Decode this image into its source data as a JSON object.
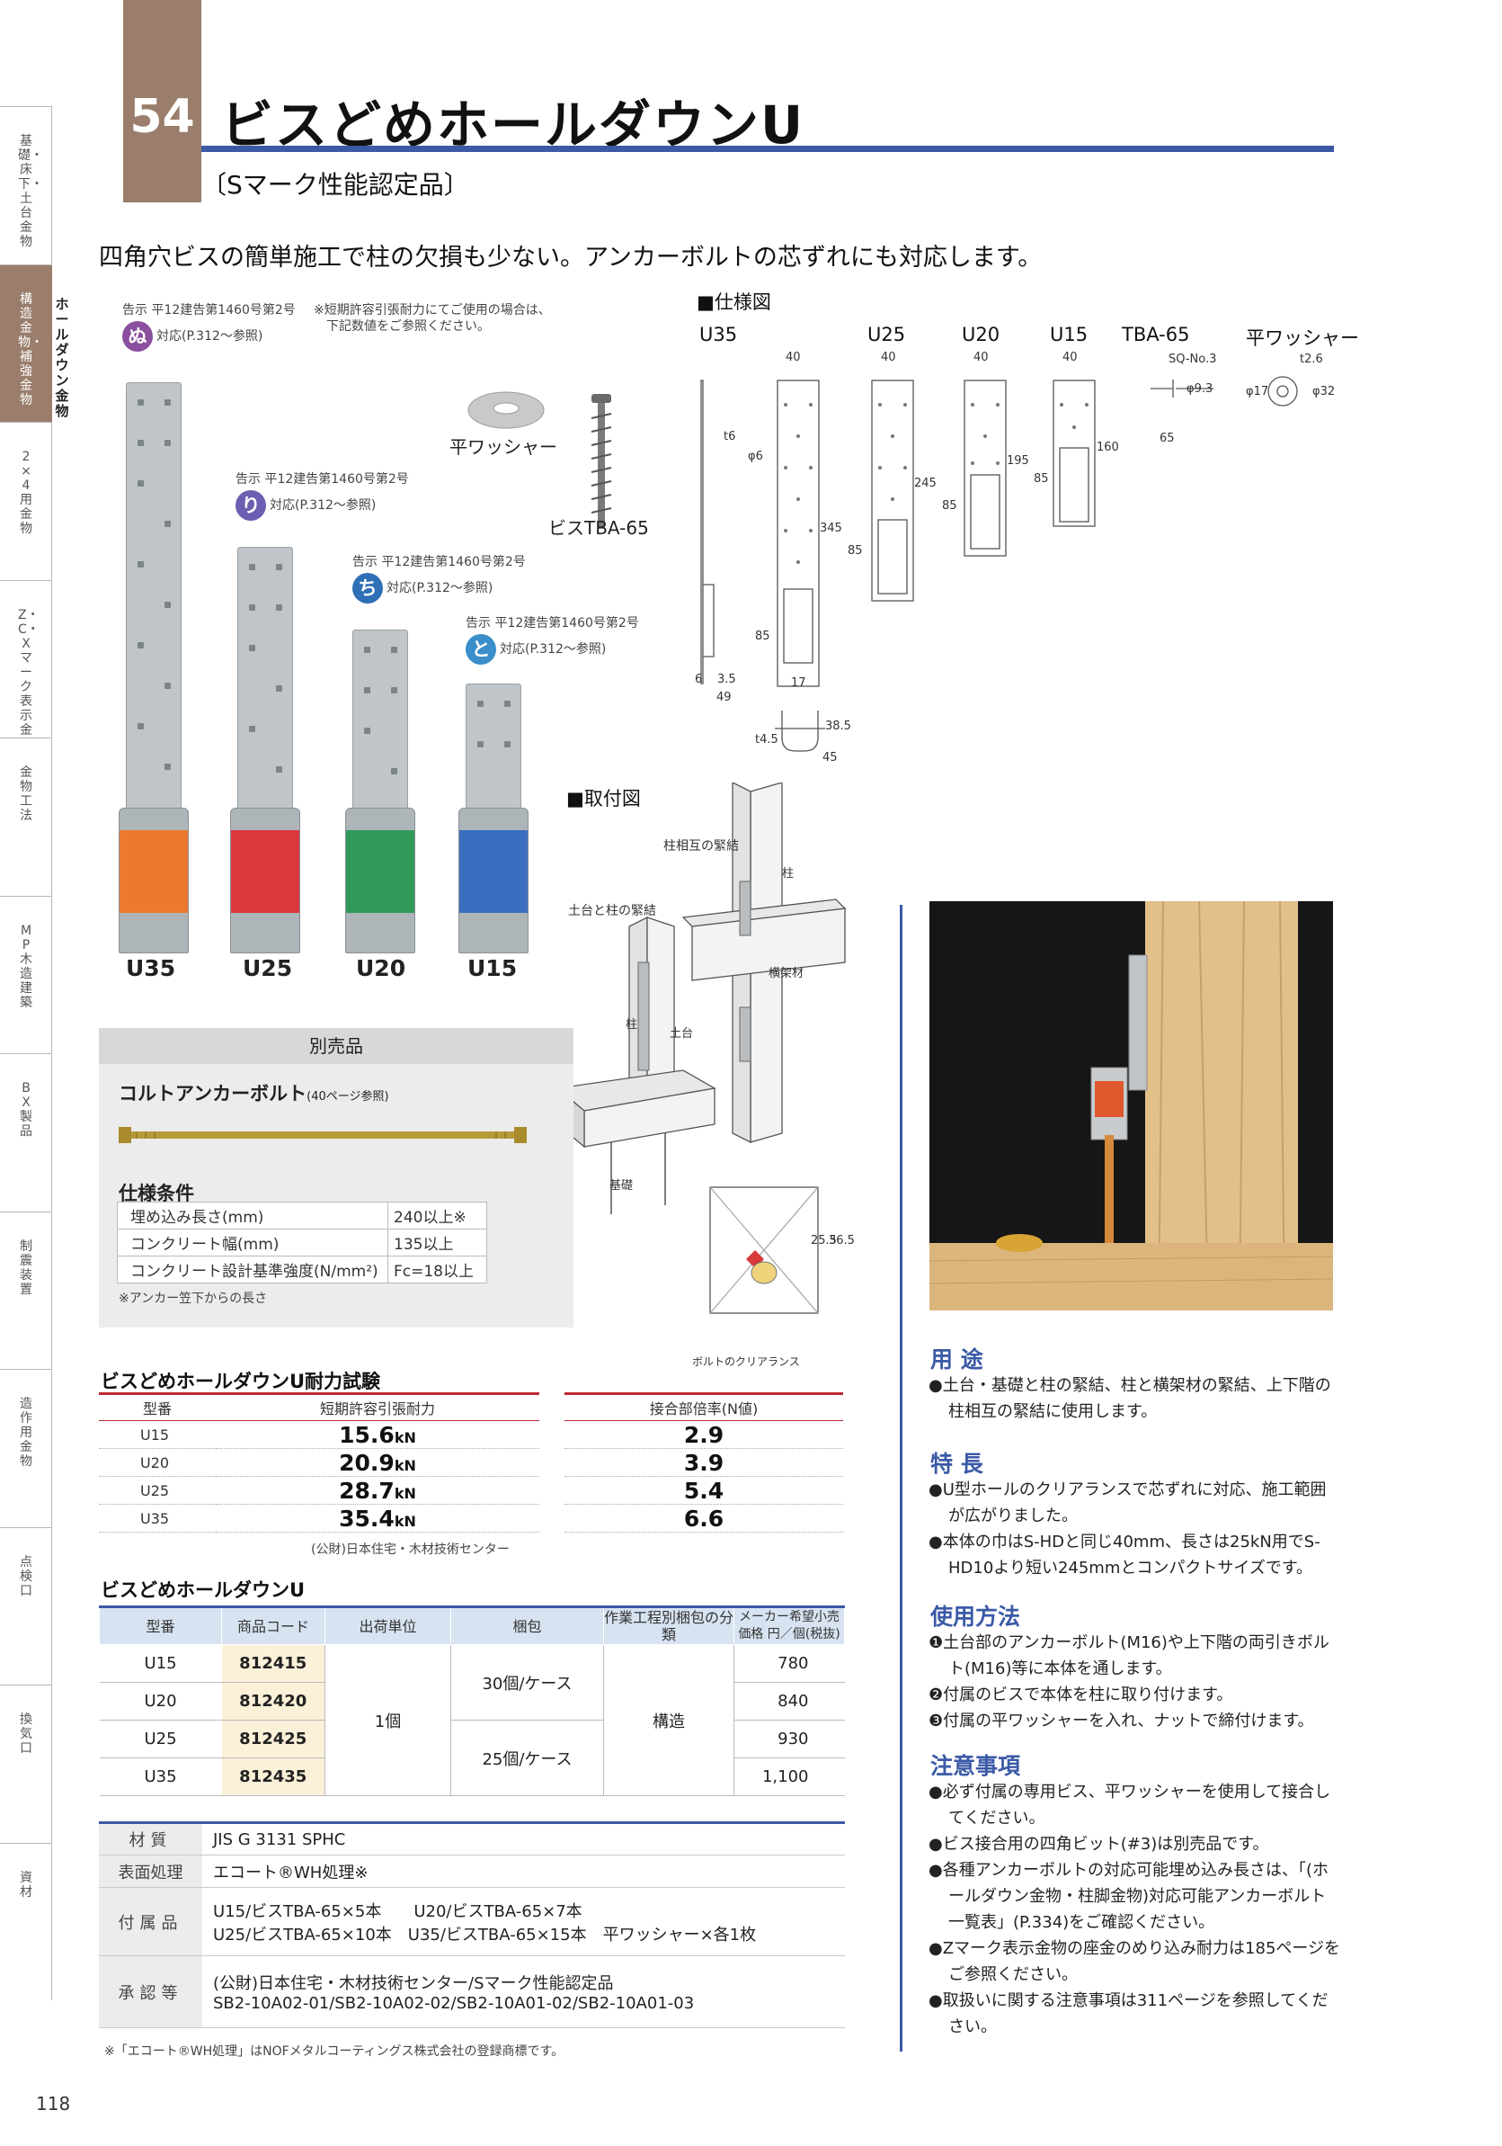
{
  "side_tabs": [
    {
      "label": "基礎・床下・土台金物",
      "active": false
    },
    {
      "label": "構造金物・補強金物",
      "active": true
    },
    {
      "label": "2×4用金物",
      "active": false
    },
    {
      "label": "Z・C・Xマーク表示金物",
      "active": false
    },
    {
      "label": "金物工法",
      "active": false
    },
    {
      "label": "MP木造建築",
      "active": false
    },
    {
      "label": "BX製品",
      "active": false
    },
    {
      "label": "制震装置",
      "active": false
    },
    {
      "label": "造作用金物",
      "active": false
    },
    {
      "label": "点検口",
      "active": false
    },
    {
      "label": "換気口",
      "active": false
    },
    {
      "label": "資材",
      "active": false
    }
  ],
  "sub_tab": "ホールダウン金物",
  "header": {
    "page_number": "54",
    "title": "ビスどめホールダウンU",
    "subtitle": "〔Sマーク性能認定品〕",
    "lead": "四角穴ビスの簡単施工で柱の欠損も少ない。アンカーボルトの芯ずれにも対応します。"
  },
  "rules": [
    {
      "badge": "ぬ",
      "line1": "告示 平12建告第1460号第2号",
      "line2": "対応(P.312～参照)",
      "color": "#8a4f9e"
    },
    {
      "badge": "り",
      "line1": "告示 平12建告第1460号第2号",
      "line2": "対応(P.312～参照)",
      "color": "#6a5fb0"
    },
    {
      "badge": "ち",
      "line1": "告示 平12建告第1460号第2号",
      "line2": "対応(P.312～参照)",
      "color": "#2e6fb6"
    },
    {
      "badge": "と",
      "line1": "告示 平12建告第1460号第2号",
      "line2": "対応(P.312～参照)",
      "color": "#3a8ec9"
    }
  ],
  "rule_note": [
    "※短期許容引張耐力にてご使用の場合は、",
    "下記数値をご参照ください。"
  ],
  "photo_labels": {
    "washer": "平ワッシャー",
    "screw": "ビスTBA-65"
  },
  "models": [
    "U35",
    "U25",
    "U20",
    "U15"
  ],
  "spec_drawing": {
    "heading": "■仕様図",
    "columns": [
      "U35",
      "U25",
      "U20",
      "U15",
      "TBA-65",
      "平ワッシャー"
    ],
    "dims": {
      "w40": "40",
      "t6": "t6",
      "phi6": "φ6",
      "d345": "345",
      "d245": "245",
      "d195": "195",
      "d160": "160",
      "d85": "85",
      "d65": "65",
      "d6": "6",
      "d35": "3.5",
      "d49": "49",
      "d17": "17",
      "t45": "t4.5",
      "d385": "38.5",
      "d45": "45",
      "sq": "SQ-No.3",
      "phi93": "φ9.3",
      "t26": "t2.6",
      "phi17": "φ17",
      "phi32": "φ32"
    }
  },
  "install_drawing": {
    "heading": "■取付図",
    "labels": {
      "pillar_pillar": "柱相互の緊結",
      "sill_pillar": "土台と柱の緊結",
      "pillar": "柱",
      "beam": "横架材",
      "sill": "土台",
      "foundation": "基礎",
      "clearance": "ボルトのクリアランス",
      "c255": "25.5",
      "c365": "36.5"
    }
  },
  "separate": {
    "header": "別売品",
    "title": "コルトアンカーボルト",
    "title_ref": "(40ページ参照)",
    "cond_title": "仕様条件",
    "rows": [
      {
        "k": "埋め込み長さ(mm)",
        "v": "240以上※"
      },
      {
        "k": "コンクリート幅(mm)",
        "v": "135以上"
      },
      {
        "k": "コンクリート設計基準強度(N/mm²)",
        "v": "Fc=18以上"
      }
    ],
    "footnote": "※アンカー笠下からの長さ"
  },
  "test": {
    "title": "ビスどめホールダウンU耐力試験",
    "col_model": "型番",
    "col_load": "短期許容引張耐力",
    "col_ratio": "接合部倍率(N値)",
    "unit": "kN",
    "rows": [
      {
        "model": "U15",
        "load": "15.6",
        "ratio": "2.9"
      },
      {
        "model": "U20",
        "load": "20.9",
        "ratio": "3.9"
      },
      {
        "model": "U25",
        "load": "28.7",
        "ratio": "5.4"
      },
      {
        "model": "U35",
        "load": "35.4",
        "ratio": "6.6"
      }
    ],
    "source": "(公財)日本住宅・木材技術センター"
  },
  "products": {
    "title": "ビスどめホールダウンU",
    "headers": [
      "型番",
      "商品コード",
      "出荷単位",
      "梱包",
      "作業工程別梱包の分類",
      "メーカー希望小売価格 円／個(税抜)"
    ],
    "rows": [
      {
        "model": "U15",
        "code": "812415",
        "price": "780"
      },
      {
        "model": "U20",
        "code": "812420",
        "price": "840"
      },
      {
        "model": "U25",
        "code": "812425",
        "price": "930"
      },
      {
        "model": "U35",
        "code": "812435",
        "price": "1,100"
      }
    ],
    "unit": "1個",
    "pack_a": "30個/ケース",
    "pack_b": "25個/ケース",
    "category": "構造"
  },
  "materials": [
    {
      "k": "材質",
      "v": [
        "JIS G 3131 SPHC"
      ]
    },
    {
      "k": "表面処理",
      "v": [
        "エコート®WH処理※"
      ]
    },
    {
      "k": "付属品",
      "v": [
        "U15/ビスTBA-65×5本　　U20/ビスTBA-65×7本",
        "U25/ビスTBA-65×10本　U35/ビスTBA-65×15本　平ワッシャー×各1枚"
      ]
    },
    {
      "k": "承認等",
      "v": [
        "(公財)日本住宅・木材技術センター/Sマーク性能認定品",
        "SB2-10A02-01/SB2-10A02-02/SB2-10A01-02/SB2-10A01-03"
      ]
    }
  ],
  "material_footnote": "※「エコート®WH処理」はNOFメタルコーティングス株式会社の登録商標です。",
  "folio": "118",
  "right": {
    "usage_title": "用 途",
    "usage": [
      "●土台・基礎と柱の緊結、柱と横架材の緊結、上下階の柱相互の緊結に使用します。"
    ],
    "feature_title": "特 長",
    "features": [
      "●U型ホールのクリアランスで芯ずれに対応、施工範囲が広がりました。",
      "●本体の巾はS-HDと同じ40mm、長さは25kN用でS-HD10より短い245mmとコンパクトサイズです。"
    ],
    "method_title": "使用方法",
    "methods": [
      "❶土台部のアンカーボルト(M16)や上下階の両引きボルト(M16)等に本体を通します。",
      "❷付属のビスで本体を柱に取り付けます。",
      "❸付属の平ワッシャーを入れ、ナットで締付けます。"
    ],
    "caution_title": "注意事項",
    "cautions": [
      "●必ず付属の専用ビス、平ワッシャーを使用して接合してください。",
      "●ビス接合用の四角ビット(#3)は別売品です。",
      "●各種アンカーボルトの対応可能埋め込み長さは、「(ホールダウン金物・柱脚金物)対応可能アンカーボルト一覧表」(P.334)をご確認ください。",
      "●Zマーク表示金物の座金のめり込み耐力は185ページをご参照ください。",
      "●取扱いに関する注意事項は311ページを参照してください。"
    ]
  },
  "colors": {
    "accent": "#3b5aa6",
    "tab": "#9a7d6b",
    "red": "#c0282d",
    "band_u35": "#ec7a2e",
    "band_u25": "#d9383d",
    "band_u20": "#2f9a5a",
    "band_u15": "#3a6fc0"
  }
}
